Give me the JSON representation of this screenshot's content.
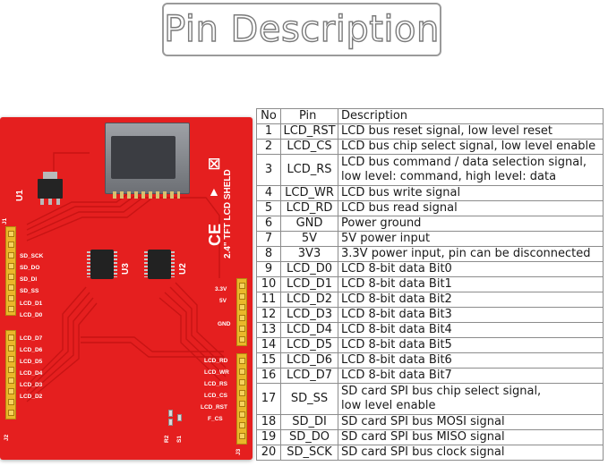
{
  "page_title": "Pin Description",
  "table": {
    "headers": {
      "no": "No",
      "pin": "Pin",
      "description": "Description"
    },
    "rows": [
      {
        "no": "1",
        "pin": "LCD_RST",
        "description": "LCD bus reset signal, low level reset"
      },
      {
        "no": "2",
        "pin": "LCD_CS",
        "description": "LCD bus chip select signal, low level enable"
      },
      {
        "no": "3",
        "pin": "LCD_RS",
        "description": "LCD bus command / data selection signal,",
        "description2": "low level: command, high level: data"
      },
      {
        "no": "4",
        "pin": "LCD_WR",
        "description": "LCD bus write signal"
      },
      {
        "no": "5",
        "pin": "LCD_RD",
        "description": "LCD bus read signal"
      },
      {
        "no": "6",
        "pin": "GND",
        "description": "Power ground"
      },
      {
        "no": "7",
        "pin": "5V",
        "description": "5V power input"
      },
      {
        "no": "8",
        "pin": "3V3",
        "description": "3.3V power input, pin can be disconnected"
      },
      {
        "no": "9",
        "pin": "LCD_D0",
        "description": "LCD 8-bit data Bit0"
      },
      {
        "no": "10",
        "pin": "LCD_D1",
        "description": "LCD 8-bit data Bit1"
      },
      {
        "no": "11",
        "pin": "LCD_D2",
        "description": "LCD 8-bit data Bit2"
      },
      {
        "no": "12",
        "pin": "LCD_D3",
        "description": "LCD 8-bit data Bit3"
      },
      {
        "no": "13",
        "pin": "LCD_D4",
        "description": "LCD 8-bit data Bit4"
      },
      {
        "no": "14",
        "pin": "LCD_D5",
        "description": "LCD 8-bit data Bit5"
      },
      {
        "no": "15",
        "pin": "LCD_D6",
        "description": "LCD 8-bit data Bit6"
      },
      {
        "no": "16",
        "pin": "LCD_D7",
        "description": "LCD 8-bit data Bit7"
      },
      {
        "no": "17",
        "pin": "SD_SS",
        "description": "SD card SPI bus chip select signal,",
        "description2": "low level enable"
      },
      {
        "no": "18",
        "pin": "SD_DI",
        "description": "SD card SPI bus MOSI signal"
      },
      {
        "no": "19",
        "pin": "SD_DO",
        "description": "SD card SPI bus MISO signal"
      },
      {
        "no": "20",
        "pin": "SD_SCK",
        "description": "SD card SPI bus clock signal"
      }
    ]
  },
  "board": {
    "color": "#e51f1f",
    "header_color": "#e9b72a",
    "silkscreen": {
      "u1": "U1",
      "u2": "U2",
      "u3": "U3",
      "j1": "J1",
      "j2": "J2",
      "j3": "J3",
      "r2": "R2",
      "s1": "S1",
      "shield_name": "2.4\" TFT LCD SHELD",
      "ce_mark": "CE",
      "left_top_labels": [
        "SD_SCK",
        "SD_DO",
        "SD_DI",
        "SD_SS",
        "LCD_D1",
        "LCD_D0"
      ],
      "left_bottom_labels": [
        "LCD_D7",
        "LCD_D6",
        "LCD_D5",
        "LCD_D4",
        "LCD_D3",
        "LCD_D2"
      ],
      "right_top_labels": [
        "3.3V",
        "5V",
        "GND"
      ],
      "right_bottom_labels": [
        "LCD_RD",
        "LCD_WR",
        "LCD_RS",
        "LCD_CS",
        "LCD_RST",
        "F_CS"
      ]
    }
  }
}
